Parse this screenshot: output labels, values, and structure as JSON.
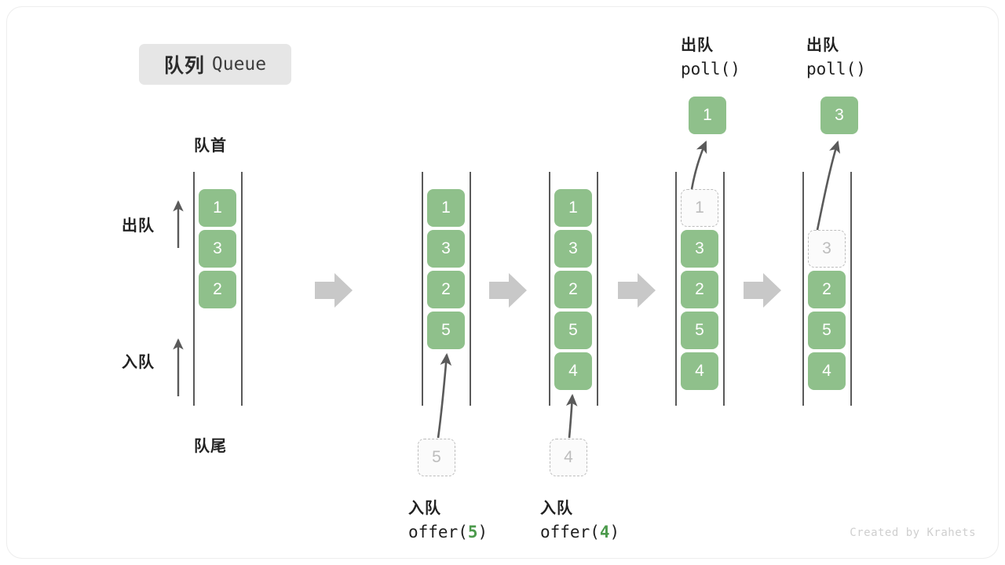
{
  "title": {
    "cn": "队列",
    "en": "Queue"
  },
  "labels": {
    "head": "队首",
    "tail": "队尾",
    "dequeue": "出队",
    "enqueue": "入队"
  },
  "credit": "Created by Krahets",
  "colors": {
    "element_fill": "#8fc08b",
    "element_text": "#ffffff",
    "ghost_border": "#bdbdbd",
    "ghost_text": "#bdbdbd",
    "rail": "#5a5a5a",
    "step_arrow": "#c8c8c8",
    "badge_bg": "#e6e6e6",
    "accent_number": "#4c9a4c"
  },
  "steps": [
    {
      "id": "initial",
      "cells": [
        {
          "value": "1",
          "state": "filled"
        },
        {
          "value": "3",
          "state": "filled"
        },
        {
          "value": "2",
          "state": "filled"
        }
      ]
    },
    {
      "id": "after-offer-5",
      "cells": [
        {
          "value": "1",
          "state": "filled"
        },
        {
          "value": "3",
          "state": "filled"
        },
        {
          "value": "2",
          "state": "filled"
        },
        {
          "value": "5",
          "state": "filled"
        }
      ],
      "operation": {
        "cn": "入队",
        "code_prefix": "offer(",
        "code_arg": "5",
        "code_suffix": ")",
        "pending_value": "5"
      }
    },
    {
      "id": "after-offer-4",
      "cells": [
        {
          "value": "1",
          "state": "filled"
        },
        {
          "value": "3",
          "state": "filled"
        },
        {
          "value": "2",
          "state": "filled"
        },
        {
          "value": "5",
          "state": "filled"
        },
        {
          "value": "4",
          "state": "filled"
        }
      ],
      "operation": {
        "cn": "入队",
        "code_prefix": "offer(",
        "code_arg": "4",
        "code_suffix": ")",
        "pending_value": "4"
      }
    },
    {
      "id": "poll-1",
      "cells": [
        {
          "value": "1",
          "state": "ghost"
        },
        {
          "value": "3",
          "state": "filled"
        },
        {
          "value": "2",
          "state": "filled"
        },
        {
          "value": "5",
          "state": "filled"
        },
        {
          "value": "4",
          "state": "filled"
        }
      ],
      "operation": {
        "cn": "出队",
        "code_prefix": "poll(",
        "code_arg": "",
        "code_suffix": ")",
        "popped_value": "1"
      }
    },
    {
      "id": "poll-3",
      "cells": [
        {
          "value": "3",
          "state": "ghost"
        },
        {
          "value": "2",
          "state": "filled"
        },
        {
          "value": "5",
          "state": "filled"
        },
        {
          "value": "4",
          "state": "filled"
        }
      ],
      "operation": {
        "cn": "出队",
        "code_prefix": "poll(",
        "code_arg": "",
        "code_suffix": ")",
        "popped_value": "3"
      }
    }
  ]
}
